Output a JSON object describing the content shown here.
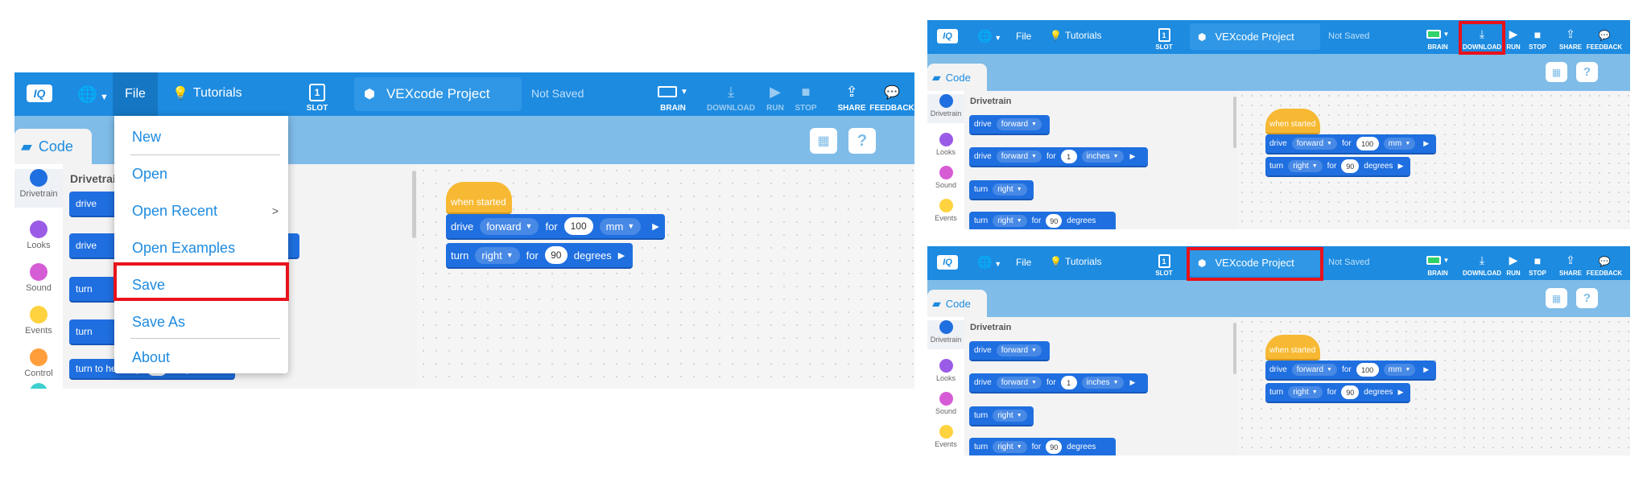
{
  "app": {
    "logo": "IQ",
    "file": "File",
    "tutorials": "Tutorials",
    "slot": "SLOT",
    "slot_number": "1",
    "project_name": "VEXcode Project",
    "save_status": "Not Saved",
    "brain": "BRAIN",
    "download": "DOWNLOAD",
    "run": "RUN",
    "stop": "STOP",
    "share": "SHARE",
    "feedback": "FEEDBACK",
    "code_tab": "Code"
  },
  "colors": {
    "toolbar": "#1d8be0",
    "band": "#7fbce8",
    "highlight": "#e8121b"
  },
  "file_menu": {
    "new": "New",
    "open": "Open",
    "open_recent": "Open Recent",
    "open_recent_arrow": ">",
    "open_examples": "Open Examples",
    "save": "Save",
    "save_as": "Save As",
    "about": "About"
  },
  "categories": {
    "drivetrain": "Drivetrain",
    "looks": "Looks",
    "sound": "Sound",
    "events": "Events",
    "control": "Control"
  },
  "palette": {
    "heading": "Drivetrain",
    "drive": "drive",
    "forward": "forward",
    "for": "for",
    "one": "1",
    "inches": "inches",
    "turn": "turn",
    "right": "right",
    "ninety": "90",
    "degrees": "degrees",
    "turn_to_heading": "turn to heading"
  },
  "script": {
    "when_started": "when started",
    "drive": "drive",
    "forward": "forward",
    "for": "for",
    "distance": "100",
    "unit": "mm",
    "turn": "turn",
    "right": "right",
    "angle": "90",
    "degrees": "degrees"
  }
}
